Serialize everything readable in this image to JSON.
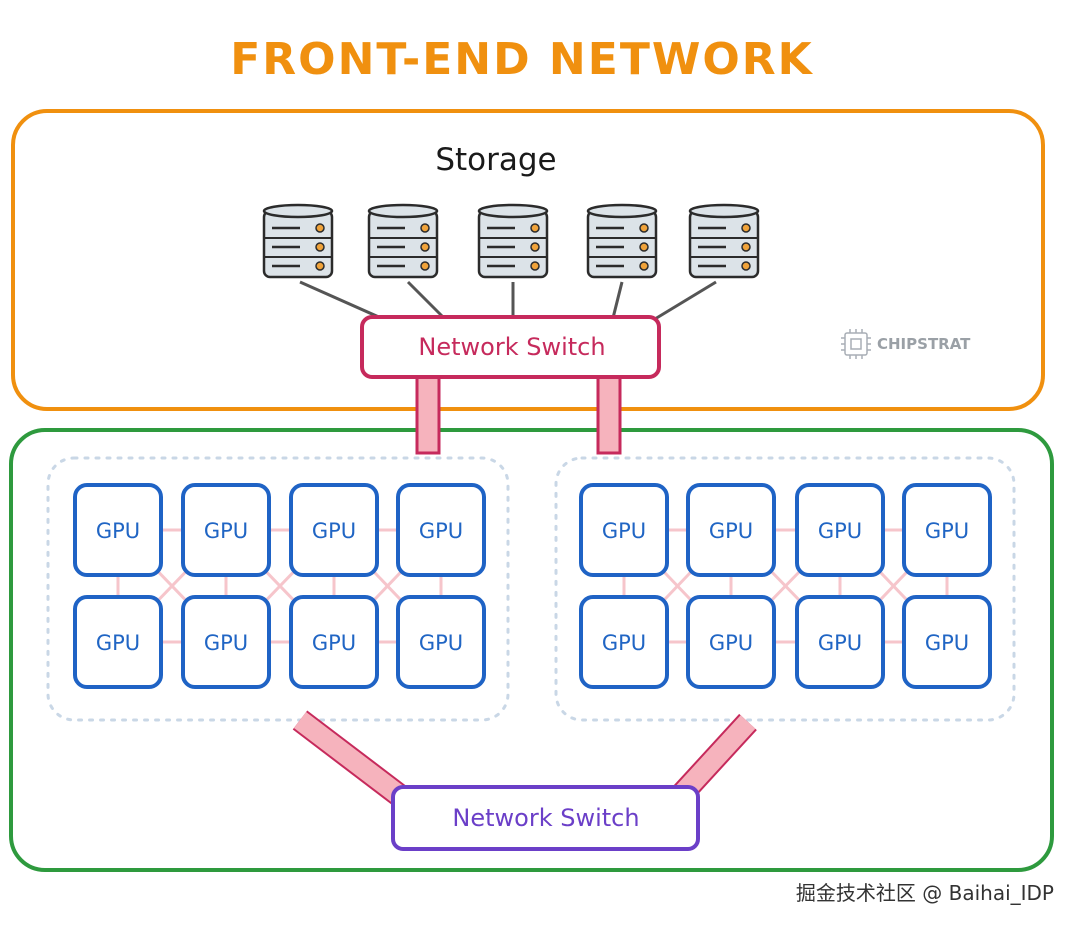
{
  "title": "FRONT-END NETWORK",
  "storage": {
    "label": "Storage",
    "server_count": 5,
    "icon": "database-server-icon"
  },
  "storage_switch": {
    "label": "Network Switch",
    "color": "#C62A5C"
  },
  "gpu_switch": {
    "label": "Network Switch",
    "color": "#6B3FC8"
  },
  "gpu_pods": [
    {
      "gpus": [
        "GPU",
        "GPU",
        "GPU",
        "GPU",
        "GPU",
        "GPU",
        "GPU",
        "GPU"
      ]
    },
    {
      "gpus": [
        "GPU",
        "GPU",
        "GPU",
        "GPU",
        "GPU",
        "GPU",
        "GPU",
        "GPU"
      ]
    }
  ],
  "brand": {
    "name": "CHIPSTRAT",
    "icon": "chip-logo-icon"
  },
  "watermark": "掘金技术社区 @ Baihai_IDP",
  "colors": {
    "title": "#F0900F",
    "frontend_border": "#F0900F",
    "backend_border": "#2E9A3E",
    "gpu_border": "#1F63C5",
    "gpu_text": "#2065C4",
    "link_pink": "#F6B3BD",
    "pod_border": "#C9D7E6"
  }
}
